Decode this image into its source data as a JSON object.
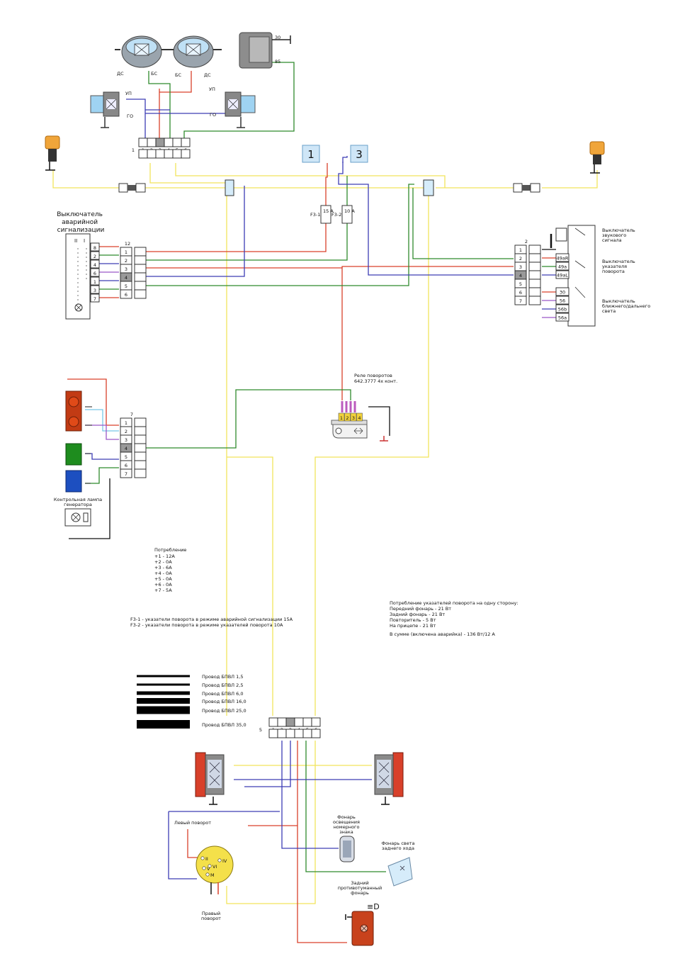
{
  "headlamps": {
    "left_wires": [
      "ДС",
      "БС"
    ],
    "right_wires": [
      "БС",
      "ДС"
    ],
    "side_labels": [
      "УП",
      "ГО",
      "УП",
      "ГО"
    ]
  },
  "horn": {
    "contacts": [
      "30",
      "85"
    ]
  },
  "front_connector": {
    "left_num": "1",
    "pins": [
      "1",
      "2",
      "3",
      "4",
      "5",
      "6"
    ]
  },
  "markers": [
    "1",
    "3"
  ],
  "fuses": [
    {
      "name": "F3-1",
      "rating": "15 A"
    },
    {
      "name": "F3-2",
      "rating": "10 A"
    }
  ],
  "hazard_switch": {
    "title": "Выключатель аварийной сигнализации",
    "roman": [
      "II",
      "I"
    ],
    "terminals": [
      "8",
      "2",
      "4",
      "6",
      "1",
      "3",
      "7"
    ],
    "connector_top": "12",
    "connector_pins": [
      "1",
      "2",
      "3",
      "4",
      "5",
      "6"
    ]
  },
  "column_switch": {
    "connector_top": "2",
    "connector_pins": [
      "1",
      "2",
      "3",
      "4",
      "5",
      "6",
      "7"
    ],
    "terminals": [
      "49aR",
      "49a",
      "49aL",
      "30",
      "56",
      "56b",
      "56a"
    ],
    "labels": [
      "Выключатель звукового сигнала",
      "Выключатель указателя поворота",
      "Выключатель ближнего/дальнего света"
    ]
  },
  "relay": {
    "title": "Реле поворотов 642.3777 4х конт.",
    "pins": [
      "1",
      "2",
      "3",
      "4"
    ]
  },
  "dashboard": {
    "connector_top": "7",
    "connector_pins": [
      "1",
      "2",
      "3",
      "4",
      "5",
      "6",
      "7"
    ],
    "lamp_label": "Контрольная лампа генератора"
  },
  "consumption": {
    "title": "Потребление",
    "lines": [
      "+1 - 12A",
      "+2 - 0A",
      "+3 - 6A",
      "+4 - 0A",
      "+5 - 0A",
      "+6 - 0A",
      "+7 - 5A"
    ]
  },
  "fuse_notes": [
    "F3-1 - указатели поворота в режиме аварийной сигнализации 15А",
    "F3-2 - указатели поворота в режиме указателей поворота 10А"
  ],
  "turn_consumption": {
    "lines": [
      "Потребление указателей поворота на одну сторону:",
      "Передний фонарь - 21 Вт",
      "Задний фонарь - 21 Вт",
      "Повторитель - 5 Вт",
      "На прицепе - 21 Вт"
    ],
    "total": "В сумме (включена аварийка) - 136 Вт/12 А"
  },
  "legend": [
    {
      "label": "Провод БПВЛ 1,5",
      "weight": 1.5
    },
    {
      "label": "Провод БПВЛ 2,5",
      "weight": 2.5
    },
    {
      "label": "Провод БПВЛ 6,0",
      "weight": 6.0
    },
    {
      "label": "Провод БПВЛ 16,0",
      "weight": 16.0
    },
    {
      "label": "Провод БПВЛ 25,0",
      "weight": 25.0
    },
    {
      "label": "Провод БПВЛ 35,0",
      "weight": 35.0
    }
  ],
  "rear_connector": {
    "left_num": "5",
    "pins": [
      "1",
      "2",
      "3",
      "4",
      "5",
      "6"
    ]
  },
  "rear": {
    "left_turn": "Левый поворот",
    "right_turn": "Правый поворот",
    "socket_letters": [
      "VI",
      "IV",
      "M",
      "II",
      "V"
    ],
    "plate_lamp": "Фонарь освещения номерного знака",
    "reverse_lamp": "Фонарь света заднего хода",
    "fog_lamp": "Задний противотуманный фонарь"
  },
  "colors": {
    "yellow": "#f2e45c",
    "red": "#d9412b",
    "green": "#2f8a2c",
    "blue": "#3d3db5",
    "black": "#111111"
  }
}
